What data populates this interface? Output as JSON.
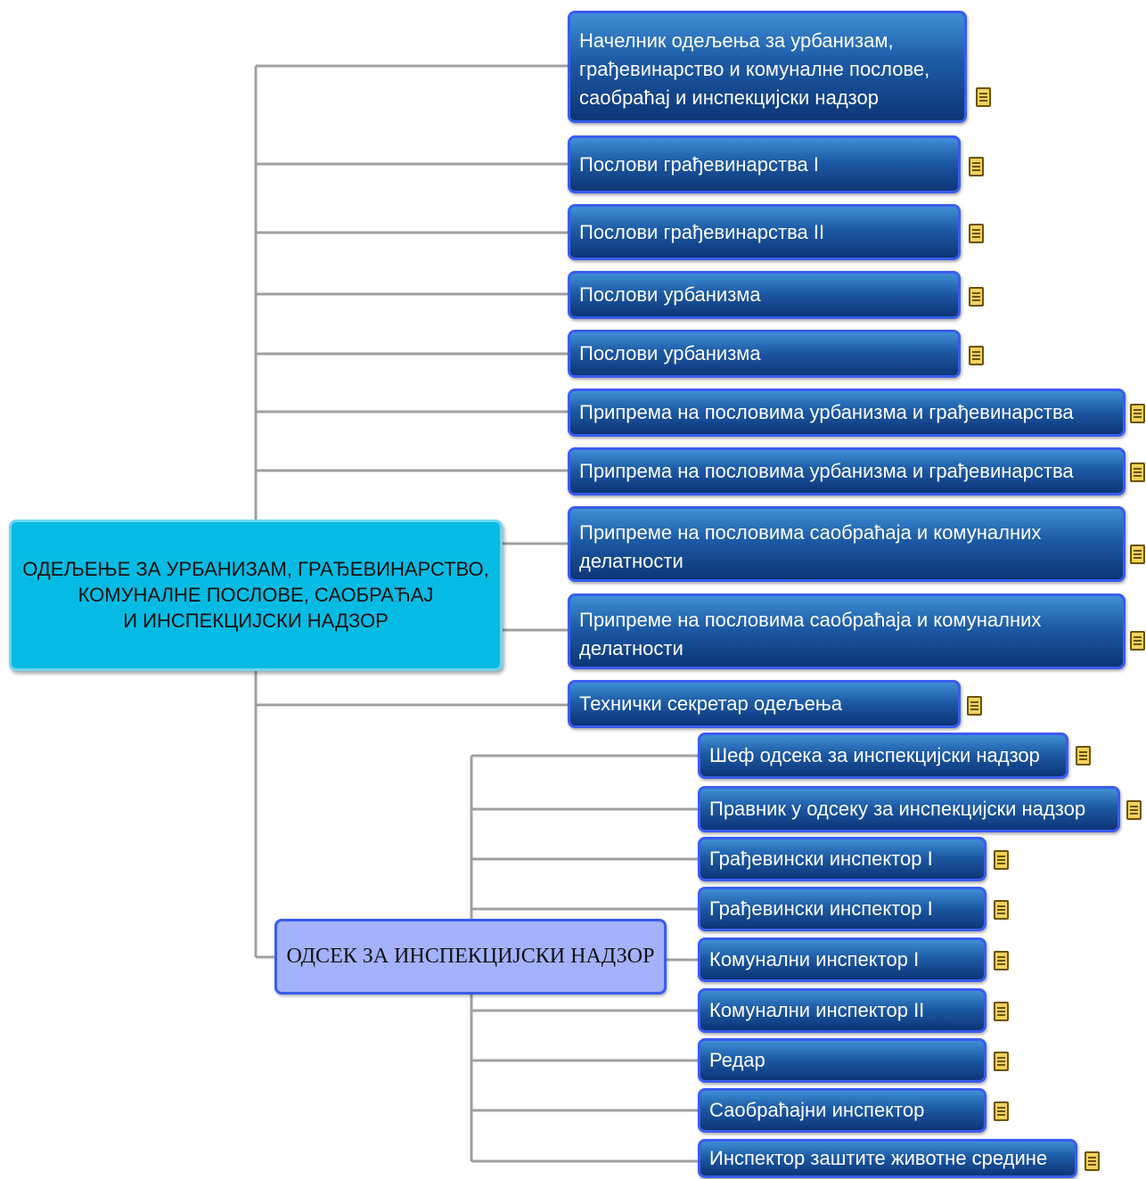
{
  "root": {
    "lines": [
      "ОДЕЉЕЊЕ ЗА УРБАНИЗАМ, ГРАЂЕВИНАРСТВО,",
      "КОМУНАЛНЕ ПОСЛОВЕ, САОБРАЋАЈ",
      "И ИНСПЕКЦИЈСКИ НАДЗОР"
    ]
  },
  "branches": [
    {
      "lines": [
        "Начелник одељења за урбанизам,",
        "грађевинарство и комуналне послове,",
        "саобраћај и инспекцијски надзор"
      ]
    },
    {
      "lines": [
        "Послови грађевинарства I"
      ]
    },
    {
      "lines": [
        "Послови грађевинарства II"
      ]
    },
    {
      "lines": [
        "Послови урбанизма"
      ]
    },
    {
      "lines": [
        "Послови урбанизма"
      ]
    },
    {
      "lines": [
        "Припрема на пословима урбанизма и грађевинарства"
      ]
    },
    {
      "lines": [
        "Припрема на пословима урбанизма и грађевинарства"
      ]
    },
    {
      "lines": [
        "Припреме на пословима саобраћаја и комуналних",
        "делатности"
      ]
    },
    {
      "lines": [
        "Припреме на пословима саобраћаја и комуналних",
        "делатности"
      ]
    },
    {
      "lines": [
        "Технички секретар одељења"
      ]
    }
  ],
  "subsection": {
    "label": "ОДСЕК ЗА ИНСПЕКЦИЈСКИ НАДЗОР",
    "children": [
      "Шеф одсека за инспекцијски надзор",
      "Правник у одсеку за инспекцијски надзор",
      "Грађевински инспектор I",
      "Грађевински инспектор I",
      "Комунални инспектор I",
      "Комунални инспектор II",
      "Редар",
      "Саобраћајни инспектор",
      "Инспектор заштите животне средине"
    ]
  },
  "colors": {
    "root_fill": "#06bbe3",
    "node_border": "#3a5cf0",
    "subsection_fill": "#a3b2fb",
    "connector": "#9a9a9a",
    "note_icon": "#f4d35a"
  },
  "icons": {
    "note": "note-icon"
  }
}
